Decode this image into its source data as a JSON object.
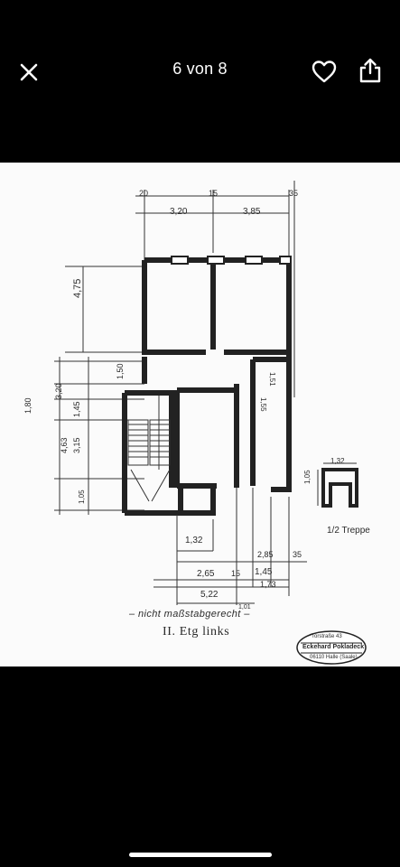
{
  "header": {
    "counter": "6 von 8",
    "close_icon": "close-icon",
    "like_icon": "heart-icon",
    "share_icon": "share-icon"
  },
  "plan": {
    "dimensions_top": [
      "20",
      "15",
      "35",
      "3,20",
      "3,85"
    ],
    "dimensions_left": [
      "4,75",
      "1,50",
      "3,20",
      "1,80",
      "1,45",
      "4,63",
      "3,15",
      "1,05"
    ],
    "dimensions_bottom": [
      "1,32",
      "2,85",
      "35",
      "2,65",
      "15",
      "1,45",
      "1,73",
      "5,22",
      "1,01"
    ],
    "room_labels": [
      "1,51",
      "1,55"
    ],
    "stair_detail": {
      "width": "1,32",
      "depth": "1,05",
      "label": "1/2 Treppe"
    },
    "note": "– nicht maßstabgerecht –",
    "floor_label": "II. Etg links"
  },
  "stamp": {
    "line1": "Torstraße 43",
    "line2": "Eckehard Pokladeck",
    "line3": "06110 Halle (Saale)"
  },
  "colors": {
    "background": "#000000",
    "paper": "#fbfbfb",
    "ink": "#2b2b2b",
    "indicator": "#ffffff"
  }
}
